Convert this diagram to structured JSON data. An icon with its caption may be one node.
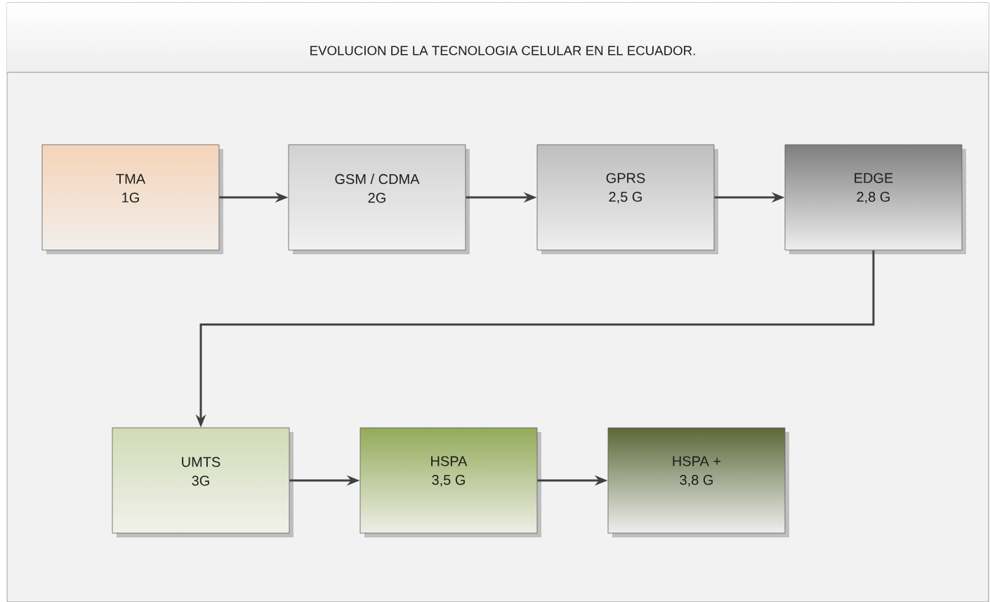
{
  "diagram": {
    "title": "EVOLUCION DE LA TECNOLOGIA CELULAR EN EL ECUADOR.",
    "nodes": [
      {
        "text": [
          "TMA",
          "1G"
        ]
      },
      {
        "text": [
          "GSM / CDMA",
          "2G"
        ]
      },
      {
        "text": [
          "GPRS",
          "2,5 G"
        ]
      },
      {
        "text": [
          "EDGE",
          "2,8 G"
        ]
      },
      {
        "text": [
          "UMTS",
          "3G"
        ]
      },
      {
        "text": [
          "HSPA",
          "3,5 G"
        ]
      },
      {
        "text": [
          "HSPA +",
          "3,8 G"
        ]
      }
    ],
    "edges": [
      {
        "from": 0,
        "to": 1,
        "arrow": "to"
      },
      {
        "from": 1,
        "to": 2,
        "arrow": "to"
      },
      {
        "from": 2,
        "to": 3,
        "arrow": "to"
      },
      {
        "from": 3,
        "to": 4,
        "arrow": "to"
      },
      {
        "from": 4,
        "to": 5,
        "arrow": "to"
      },
      {
        "from": 5,
        "to": 6,
        "arrow": "to"
      }
    ]
  }
}
